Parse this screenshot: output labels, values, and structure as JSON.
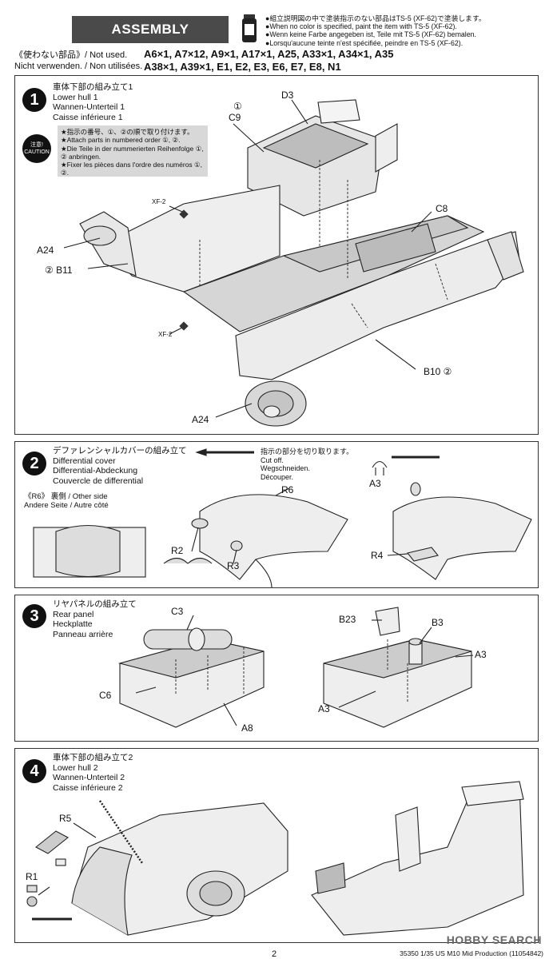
{
  "header": {
    "banner": "ASSEMBLY",
    "notes": [
      "●組立説明図の中で塗装指示のない部品はTS-5 (XF-62)で塗装します。",
      "●When no color is specified, paint the item with TS-5 (XF-62).",
      "●Wenn keine Farbe angegeben ist, Teile mit TS-5 (XF-62) bemalen.",
      "●Lorsqu'aucune teinte n'est spécifiée, peindre en TS-5 (XF-62)."
    ],
    "notused_1": "《使わない部品》/ Not used.",
    "notused_2": "Nicht verwenden. / Non utilisées.",
    "parts_line1": "A6×1, A7×12, A9×1, A17×1, A25, A33×1, A34×1, A35",
    "parts_line2": "A38×1, A39×1, E1, E2, E3, E6, E7, E8, N1"
  },
  "step1": {
    "number": "1",
    "title_jp": "車体下部の組み立て1",
    "title_en": "Lower hull 1",
    "title_de": "Wannen-Unterteil 1",
    "title_fr": "Caisse inférieure 1",
    "caution_badge_jp": "注意!",
    "caution_badge_en": "CAUTION",
    "caution_lines": [
      "★指示の番号、①、②の順で取り付けます。",
      "★Attach parts in numbered order ①, ②.",
      "★Die Teile in der nummerierten Reihenfolge ①, ② anbringen.",
      "★Fixer les pièces dans l'ordre des numéros ①, ②."
    ],
    "labels": {
      "c9_num": "①",
      "c9": "C9",
      "d3": "D3",
      "c8": "C8",
      "xf2_a": "XF-2",
      "xf2_b": "XF-2",
      "a24_top": "A24",
      "b11": "② B11",
      "b10": "B10 ②",
      "a24_bottom": "A24"
    }
  },
  "step2": {
    "number": "2",
    "title_jp": "デファレンシャルカバーの組み立て",
    "title_en": "Differential cover",
    "title_de": "Differential-Abdeckung",
    "title_fr": "Couvercle de differential",
    "cut_jp": "指示の部分を切り取ります。",
    "cut_en": "Cut off.",
    "cut_de": "Wegschneiden.",
    "cut_fr": "Découper.",
    "other_side_ref": "《R6》",
    "other_side_jp": "裏側 / Other side",
    "other_side_defr": "Andere Seite / Autre côté",
    "labels": {
      "r6": "R6",
      "r2": "R2",
      "r3": "R3",
      "a3": "A3",
      "r4": "R4"
    }
  },
  "step3": {
    "number": "3",
    "title_jp": "リヤパネルの組み立て",
    "title_en": "Rear panel",
    "title_de": "Heckplatte",
    "title_fr": "Panneau arrière",
    "labels": {
      "c3": "C3",
      "c6": "C6",
      "a8": "A8",
      "b23": "B23",
      "b3": "B3",
      "a3_right": "A3",
      "a3_left": "A3"
    }
  },
  "step4": {
    "number": "4",
    "title_jp": "車体下部の組み立て2",
    "title_en": "Lower hull 2",
    "title_de": "Wannen-Unterteil 2",
    "title_fr": "Caisse inférieure 2",
    "labels": {
      "r5": "R5",
      "r1": "R1"
    }
  },
  "footer": {
    "page": "2",
    "code": "35350 1/35 US M10 Mid Production (11054842)",
    "watermark": "HOBBY SEARCH"
  }
}
